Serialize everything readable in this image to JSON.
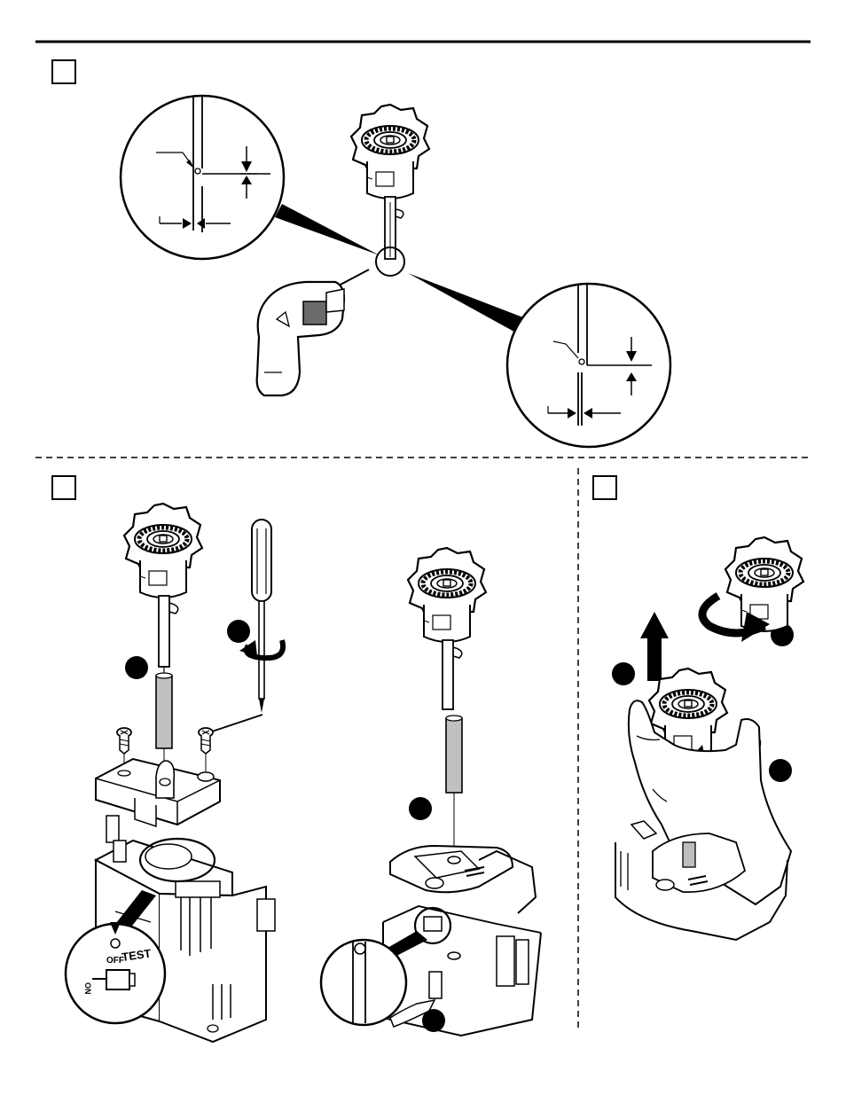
{
  "colors": {
    "ink": "#000000",
    "paper": "#ffffff",
    "shade": "#bdbdbd",
    "dark": "#555555"
  },
  "steps": [
    {
      "id": "step-1",
      "label": ""
    },
    {
      "id": "step-2",
      "label": ""
    },
    {
      "id": "step-3",
      "label": ""
    }
  ],
  "callouts": {
    "test_label": "TEST",
    "off_label": "OFF",
    "on_label": "ON"
  },
  "icons": [
    "drill-icon",
    "screwdriver-icon",
    "rotate-arrow-icon",
    "up-arrow-icon",
    "hand-icon",
    "magnifier-callout-icon",
    "timer-knob-icon"
  ]
}
